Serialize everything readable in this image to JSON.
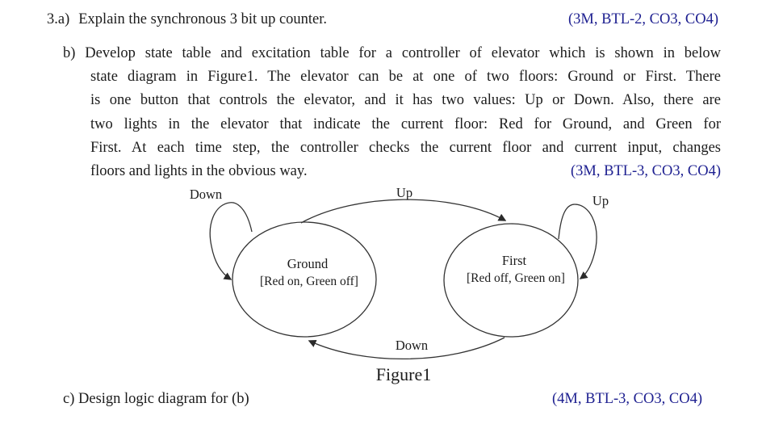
{
  "page": {
    "background": "#ffffff",
    "text_color": "#1c1c1c",
    "marks_color": "#1f2191",
    "diagram_stroke": "#333333"
  },
  "question_a": {
    "number": "3.a)",
    "text": "Explain the synchronous 3 bit up counter.",
    "marks": "(3M, BTL-2, CO3, CO4)"
  },
  "question_b": {
    "lines": [
      "b) Develop state table and excitation table for a controller of elevator which is shown in below",
      "state diagram in Figure1. The elevator can be at one of two floors: Ground or First. There",
      "is one button that controls the elevator, and it has two values: Up or Down. Also, there are",
      "two lights in the elevator that indicate the current floor: Red for Ground, and Green for",
      "First. At each time step, the controller checks the current floor and current input, changes"
    ],
    "last_line": "floors and lights in the obvious way.",
    "marks": "(3M, BTL-3, CO3, CO4)"
  },
  "diagram": {
    "caption": "Figure1",
    "states": [
      {
        "name": "Ground",
        "outputs": "[Red on, Green off]"
      },
      {
        "name": "First",
        "outputs": "[Red off, Green on]"
      }
    ],
    "transitions": {
      "self_ground": "Down",
      "ground_to_first": "Up",
      "self_first": "Up",
      "first_to_ground": "Down"
    }
  },
  "question_c": {
    "text": "c) Design logic diagram for (b)",
    "marks": "(4M, BTL-3, CO3, CO4)"
  }
}
